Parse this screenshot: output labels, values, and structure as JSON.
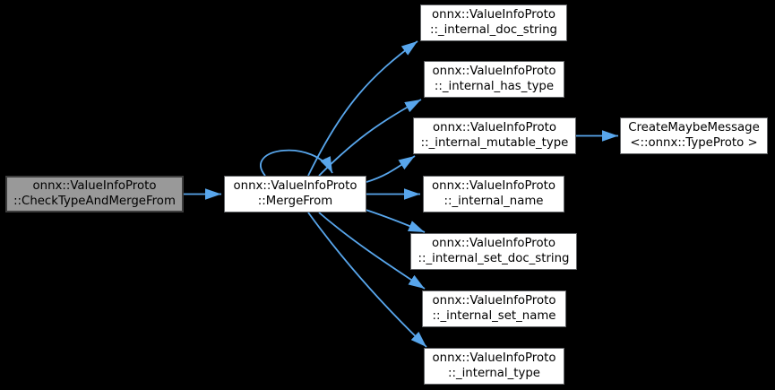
{
  "diagram": {
    "type": "call-graph",
    "colors": {
      "background": "#000000",
      "edge": "#58a6ec",
      "node_fill": "#ffffff",
      "node_border": "#65676a",
      "highlight_fill": "#999999",
      "highlight_border": "#3d3d3d",
      "text": "#000000"
    },
    "nodes": {
      "caller": {
        "line1": "onnx::ValueInfoProto",
        "line2": "::CheckTypeAndMergeFrom"
      },
      "center": {
        "line1": "onnx::ValueInfoProto",
        "line2": "::MergeFrom"
      },
      "callees": [
        {
          "line1": "onnx::ValueInfoProto",
          "line2": "::_internal_doc_string"
        },
        {
          "line1": "onnx::ValueInfoProto",
          "line2": "::_internal_has_type"
        },
        {
          "line1": "onnx::ValueInfoProto",
          "line2": "::_internal_mutable_type"
        },
        {
          "line1": "onnx::ValueInfoProto",
          "line2": "::_internal_name"
        },
        {
          "line1": "onnx::ValueInfoProto",
          "line2": "::_internal_set_doc_string"
        },
        {
          "line1": "onnx::ValueInfoProto",
          "line2": "::_internal_set_name"
        },
        {
          "line1": "onnx::ValueInfoProto",
          "line2": "::_internal_type"
        }
      ],
      "secondary": {
        "line1": "CreateMaybeMessage",
        "line2": "<::onnx::TypeProto >"
      }
    }
  }
}
